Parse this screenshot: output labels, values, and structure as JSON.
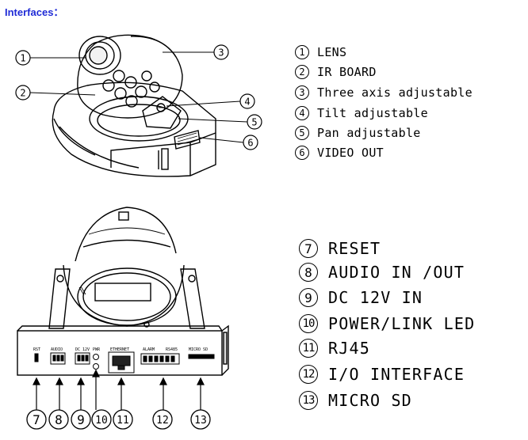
{
  "title": "Interfaces：",
  "top_legend": [
    {
      "num": "1",
      "label": "LENS"
    },
    {
      "num": "2",
      "label": "IR BOARD"
    },
    {
      "num": "3",
      "label": "Three axis adjustable"
    },
    {
      "num": "4",
      "label": "Tilt adjustable"
    },
    {
      "num": "5",
      "label": "Pan adjustable"
    },
    {
      "num": "6",
      "label": "VIDEO OUT"
    }
  ],
  "bottom_legend": [
    {
      "num": "7",
      "label": "RESET"
    },
    {
      "num": "8",
      "label": "AUDIO IN /OUT"
    },
    {
      "num": "9",
      "label": "DC 12V IN"
    },
    {
      "num": "10",
      "label": "POWER/LINK LED"
    },
    {
      "num": "11",
      "label": "RJ45"
    },
    {
      "num": "12",
      "label": "I/O INTERFACE"
    },
    {
      "num": "13",
      "label": "MICRO SD"
    }
  ],
  "top_callouts": [
    "1",
    "2",
    "3",
    "4",
    "5",
    "6"
  ],
  "bottom_callouts": [
    "7",
    "8",
    "9",
    "10",
    "11",
    "12",
    "13"
  ],
  "panel_labels": {
    "rst": "RST",
    "audio": "AUDIO",
    "dc": "DC 12V",
    "pwr": "PWR",
    "ethernet": "ETHERNET",
    "alarm": "ALARM",
    "rs485": "RS485",
    "microsd": "MICRO SD"
  }
}
